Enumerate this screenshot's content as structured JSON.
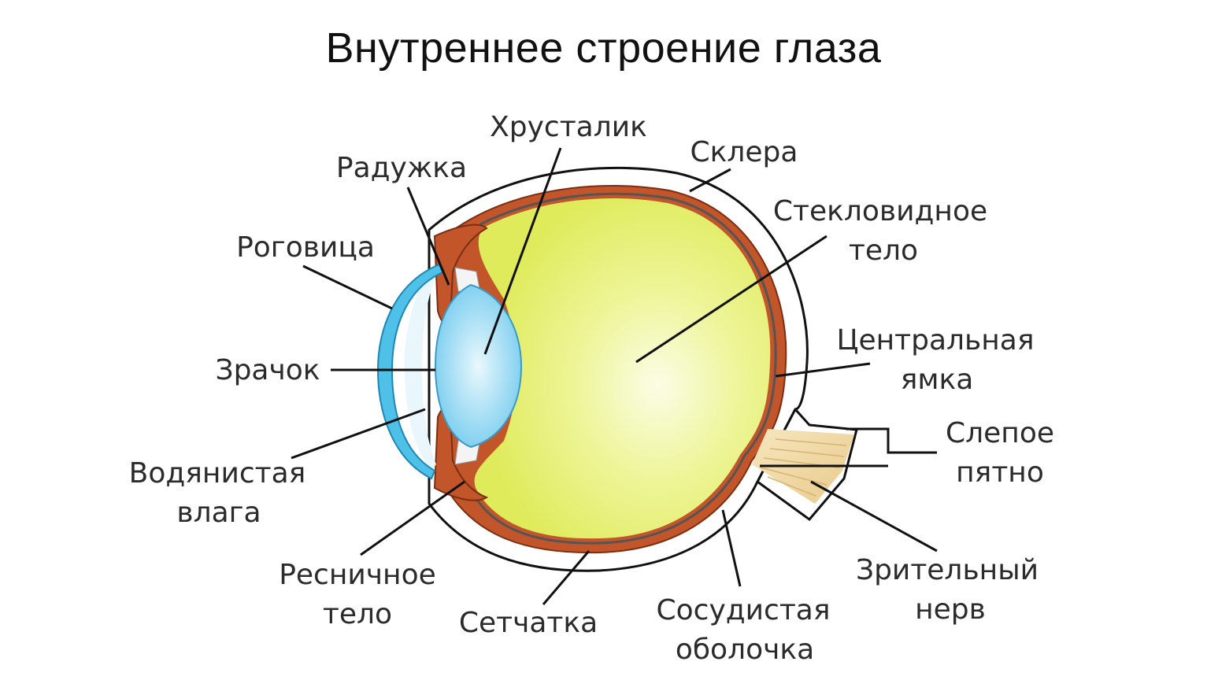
{
  "title": "Внутреннее строение глаза",
  "colors": {
    "vitreous": "#e6f06a",
    "choroid": "#c2552a",
    "cornea": "#4fc0e8",
    "lens": "#8fd8f2",
    "sclera": "#ffffff",
    "nerve": "#f1d9a0",
    "lines": "#111111"
  },
  "labels": {
    "lens": "Хрусталик",
    "iris": "Радужка",
    "sclera": "Склера",
    "cornea": "Роговица",
    "vitreous_1": "Стекловидное",
    "vitreous_2": "тело",
    "fovea_1": "Центральная",
    "fovea_2": "ямка",
    "pupil": "Зрачок",
    "blind_spot_1": "Слепое",
    "blind_spot_2": "пятно",
    "aqueous_1": "Водянистая",
    "aqueous_2": "влага",
    "ciliary_1": "Ресничное",
    "ciliary_2": "тело",
    "retina": "Сетчатка",
    "choroid_1": "Сосудистая",
    "choroid_2": "оболочка",
    "optic_nerve_1": "Зрительный",
    "optic_nerve_2": "нерв"
  }
}
